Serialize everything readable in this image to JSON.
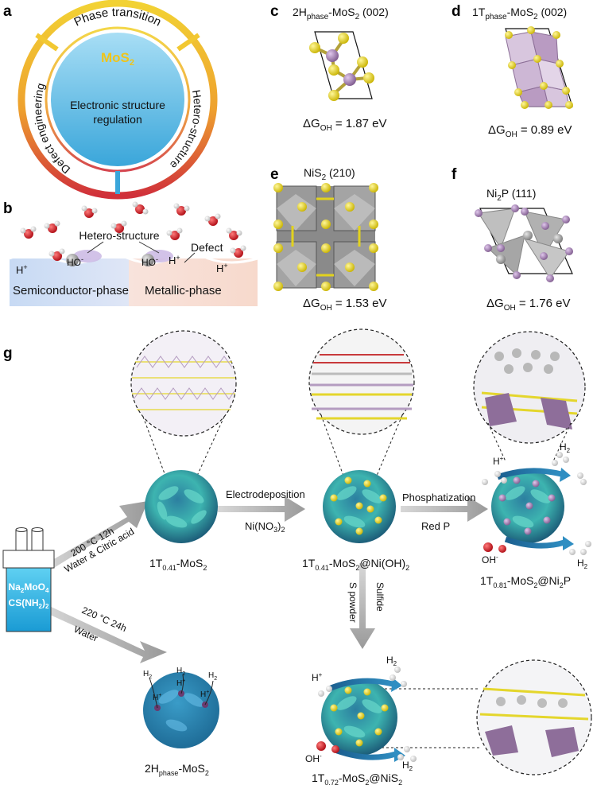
{
  "panels": {
    "a": "a",
    "b": "b",
    "c": "c",
    "d": "d",
    "e": "e",
    "f": "f",
    "g": "g"
  },
  "panel_a": {
    "center_title": "MoS",
    "center_title_sub": "2",
    "center_line1": "Electronic structure",
    "center_line2": "regulation",
    "ring_top": "Phase transition",
    "ring_left": "Defect engineering",
    "ring_right": "Hetero-structure",
    "colors": {
      "ring_top": "#f2d234",
      "ring_bottom": "#d0303a",
      "core_top": "#9fd9f3",
      "core_bottom": "#38a8dc",
      "title": "#f0c419"
    }
  },
  "panel_b": {
    "label_heterostructure": "Hetero-structure",
    "label_defect": "Defect",
    "label_semiconductor": "Semiconductor-phase",
    "label_metallic": "Metallic-phase",
    "ion_h": "H",
    "ion_h_sup": "+",
    "ion_ho": "HO",
    "ion_ho_sup": "-"
  },
  "structures": {
    "c": {
      "title_main": "2H",
      "title_sub": "phase",
      "title_rest": "-MoS",
      "title_sub2": "2",
      "title_tail": " (002)",
      "dg": "ΔG",
      "dg_sub": "OH",
      "dg_value": " = 1.87 eV"
    },
    "d": {
      "title_main": "1T",
      "title_sub": "phase",
      "title_rest": "-MoS",
      "title_sub2": "2",
      "title_tail": " (002)",
      "dg": "ΔG",
      "dg_sub": "OH",
      "dg_value": " = 0.89 eV"
    },
    "e": {
      "title_main": "NiS",
      "title_sub2": "2",
      "title_tail": " (210)",
      "dg": "ΔG",
      "dg_sub": "OH",
      "dg_value": " = 1.53 eV"
    },
    "f": {
      "title_main": "Ni",
      "title_sub2": "2",
      "title_tail": "P (111)",
      "dg": "ΔG",
      "dg_sub": "OH",
      "dg_value": " = 1.76 eV"
    }
  },
  "panel_g": {
    "beaker_line1_a": "Na",
    "beaker_line1_b": "2",
    "beaker_line1_c": "MoO",
    "beaker_line1_d": "4",
    "beaker_line2_a": "CS(NH",
    "beaker_line2_b": "2",
    "beaker_line2_c": ")",
    "beaker_line2_d": "2",
    "arrow1_top": "200 °C 12h",
    "arrow1_bottom": "Water & Citric acid",
    "arrow2_top": "220 °C 24h",
    "arrow2_bottom": "Water",
    "electro_top": "Electrodeposition",
    "electro_bottom_a": "Ni(NO",
    "electro_bottom_b": "3",
    "electro_bottom_c": ")",
    "electro_bottom_d": "2",
    "phos_top": "Phosphatization",
    "phos_bottom": "Red P",
    "s_powder": "S powder",
    "sulfide": "Sulfide",
    "label_1t041_a": "1T",
    "label_1t041_b": "0.41",
    "label_1t041_c": "-MoS",
    "label_1t041_d": "2",
    "label_ni_oh_a": "1T",
    "label_ni_oh_b": "0.41",
    "label_ni_oh_c": "-MoS",
    "label_ni_oh_d": "2",
    "label_ni_oh_e": "@Ni(OH)",
    "label_ni_oh_f": "2",
    "label_ni2p_a": "1T",
    "label_ni2p_b": "0.81",
    "label_ni2p_c": "-MoS",
    "label_ni2p_d": "2",
    "label_ni2p_e": "@Ni",
    "label_ni2p_f": "2",
    "label_ni2p_g": "P",
    "label_2h_a": "2H",
    "label_2h_b": "phase",
    "label_2h_c": "-MoS",
    "label_2h_d": "2",
    "label_nis2_a": "1T",
    "label_nis2_b": "0.72",
    "label_nis2_c": "-MoS",
    "label_nis2_d": "2",
    "label_nis2_e": "@NiS",
    "label_nis2_f": "2",
    "h_plus": "H",
    "plus": "+",
    "h2": "H",
    "two": "2",
    "oh": "OH",
    "minus": "-",
    "colors": {
      "flower_dark": "#1f6f8a",
      "flower_light": "#63d3c7",
      "yellow": "#e6d41a",
      "purple": "#9c7aa8",
      "arrow": "#aaaaaa"
    }
  }
}
